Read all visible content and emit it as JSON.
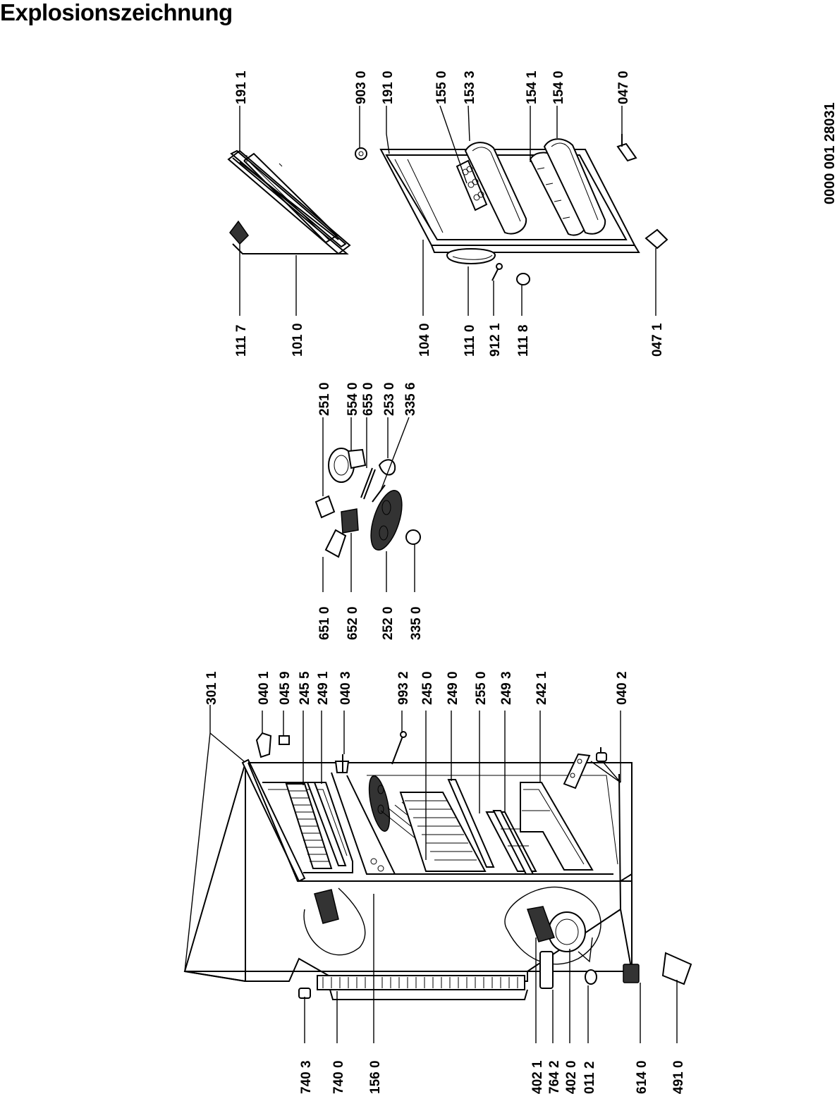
{
  "title": "Explosionszeichnung",
  "document_number": "0000  001 28031",
  "parts": {
    "cabinet": [
      "740 3",
      "740 0",
      "156 0",
      "402 1",
      "764 2",
      "402 0",
      "011 2",
      "614 0",
      "491 0",
      "301 1",
      "040 1",
      "045 9",
      "245 5",
      "249 1",
      "040 3",
      "993 2",
      "245 0",
      "249 0",
      "255 0",
      "249 3",
      "242 1",
      "040 2"
    ],
    "thermostat": [
      "651 0",
      "652 0",
      "252 0",
      "335 0",
      "251 0",
      "554 0",
      "655 0",
      "253 0",
      "335 6"
    ],
    "doors": [
      "111 7",
      "101 0",
      "191 1",
      "104 0",
      "111 0",
      "912 1",
      "111 8",
      "903 0",
      "191 0",
      "155 0",
      "153 3",
      "154 1",
      "154 0",
      "047 1",
      "047 0"
    ]
  }
}
